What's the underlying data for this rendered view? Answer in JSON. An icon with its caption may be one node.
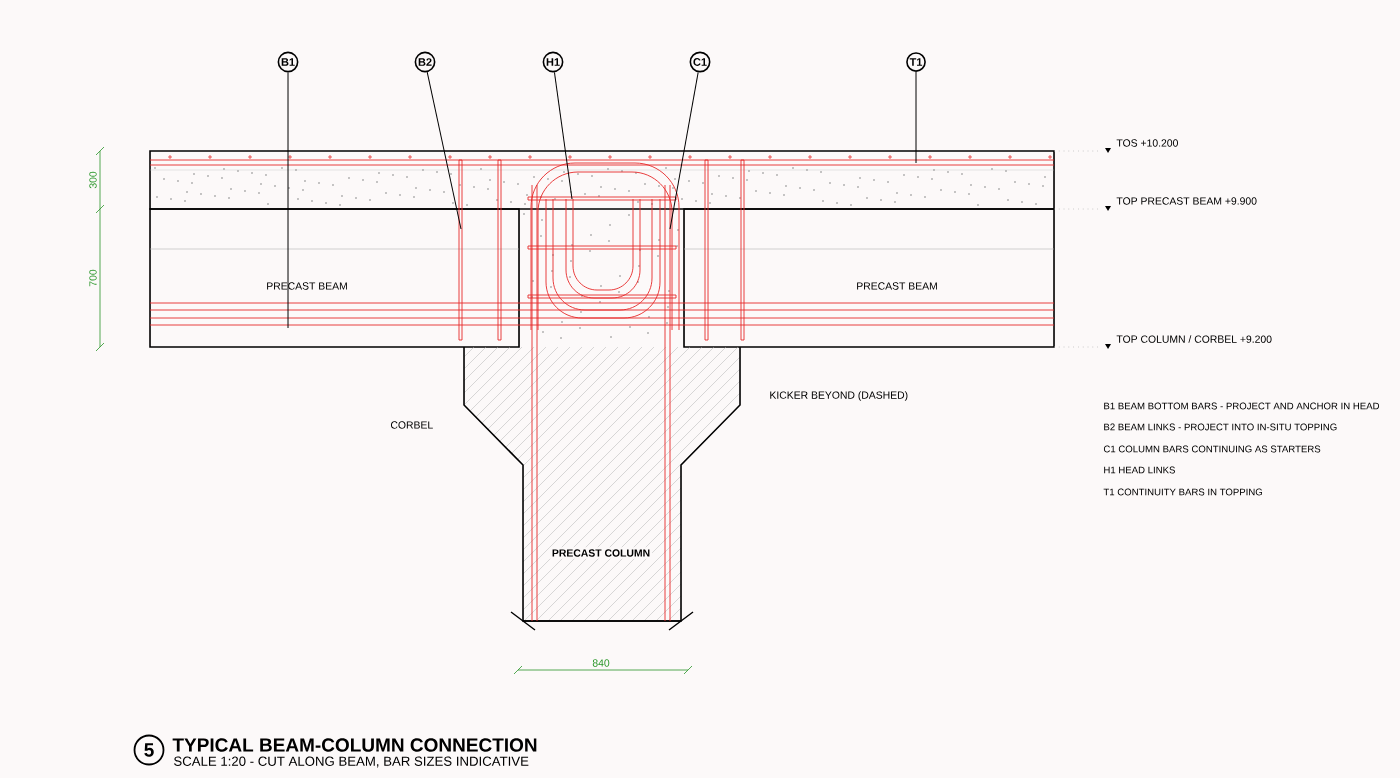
{
  "diagram": {
    "title": "TYPICAL BEAM-COLUMN CONNECTION",
    "caption": "SCALE 1:20 - CUT ALONG BEAM, BAR SIZES INDICATIVE",
    "nodes": [
      {
        "text": [
          "B1"
        ]
      },
      {
        "text": [
          "B2"
        ]
      },
      {
        "text": [
          "H1"
        ]
      },
      {
        "text": [
          "C1"
        ]
      },
      {
        "text": [
          "T1"
        ]
      },
      {
        "text": [
          "PRECAST BEAM"
        ]
      },
      {
        "text": [
          "PRECAST BEAM"
        ]
      },
      {
        "text": [
          "PRECAST COLUMN"
        ]
      },
      {
        "text": [
          "5"
        ]
      }
    ],
    "edges": [
      {
        "from": 0,
        "to": 5,
        "arrow": "none"
      },
      {
        "from": 1,
        "to": 5,
        "arrow": "none"
      },
      {
        "from": 2,
        "to": null,
        "arrow": "none"
      },
      {
        "from": 3,
        "to": 6,
        "arrow": "none"
      },
      {
        "from": 4,
        "to": null,
        "arrow": "none"
      }
    ],
    "labels": [
      "TOS +10.200",
      "300",
      "TOP PRECAST BEAM +9.900",
      "700",
      "TOP COLUMN / CORBEL +9.200",
      "KICKER BEYOND (DASHED)",
      "CORBEL",
      "B1  BEAM BOTTOM BARS - PROJECT AND ANCHOR IN HEAD",
      "B2  BEAM LINKS - PROJECT INTO IN-SITU TOPPING",
      "C1  COLUMN BARS CONTINUING AS STARTERS",
      "H1  HEAD LINKS",
      "T1  CONTINUITY BARS IN TOPPING",
      "840"
    ]
  }
}
